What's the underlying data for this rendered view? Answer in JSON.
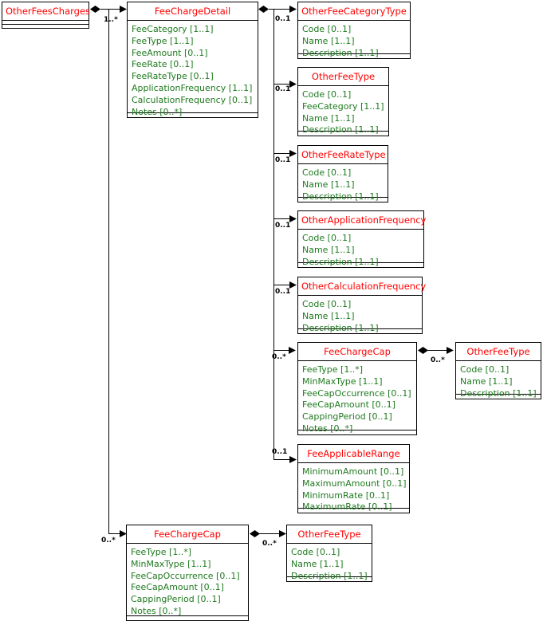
{
  "diagram": {
    "type": "uml-class-diagram",
    "title_color": "#ff0000",
    "attribute_color": "#1f7a1f",
    "line_color": "#000000",
    "background": "#ffffff"
  },
  "classes": {
    "other_fees_charges": {
      "name": "OtherFeesCharges",
      "attributes": []
    },
    "fee_charge_detail": {
      "name": "FeeChargeDetail",
      "attributes": [
        "FeeCategory [1..1]",
        "FeeType [1..1]",
        "FeeAmount [0..1]",
        "FeeRate [0..1]",
        "FeeRateType [0..1]",
        "ApplicationFrequency [1..1]",
        "CalculationFrequency [0..1]",
        "Notes [0..*]"
      ]
    },
    "other_fee_category_type": {
      "name": "OtherFeeCategoryType",
      "attributes": [
        "Code [0..1]",
        "Name [1..1]",
        "Description [1..1]"
      ]
    },
    "other_fee_type_1": {
      "name": "OtherFeeType",
      "attributes": [
        "Code [0..1]",
        "FeeCategory [1..1]",
        "Name [1..1]",
        "Description [1..1]"
      ]
    },
    "other_fee_rate_type": {
      "name": "OtherFeeRateType",
      "attributes": [
        "Code [0..1]",
        "Name [1..1]",
        "Description [1..1]"
      ]
    },
    "other_application_frequency": {
      "name": "OtherApplicationFrequency",
      "attributes": [
        "Code [0..1]",
        "Name [1..1]",
        "Description [1..1]"
      ]
    },
    "other_calculation_frequency": {
      "name": "OtherCalculationFrequency",
      "attributes": [
        "Code [0..1]",
        "Name [1..1]",
        "Description [1..1]"
      ]
    },
    "fee_charge_cap_mid": {
      "name": "FeeChargeCap",
      "attributes": [
        "FeeType [1..*]",
        "MinMaxType [1..1]",
        "FeeCapOccurrence [0..1]",
        "FeeCapAmount [0..1]",
        "CappingPeriod [0..1]",
        "Notes [0..*]"
      ]
    },
    "other_fee_type_2": {
      "name": "OtherFeeType",
      "attributes": [
        "Code [0..1]",
        "Name [1..1]",
        "Description [1..1]"
      ]
    },
    "fee_applicable_range": {
      "name": "FeeApplicableRange",
      "attributes": [
        "MinimumAmount [0..1]",
        "MaximumAmount [0..1]",
        "MinimumRate [0..1]",
        "MaximumRate [0..1]"
      ]
    },
    "fee_charge_cap_bottom": {
      "name": "FeeChargeCap",
      "attributes": [
        "FeeType [1..*]",
        "MinMaxType [1..1]",
        "FeeCapOccurrence [0..1]",
        "FeeCapAmount [0..1]",
        "CappingPeriod [0..1]",
        "Notes [0..*]"
      ]
    },
    "other_fee_type_3": {
      "name": "OtherFeeType",
      "attributes": [
        "Code [0..1]",
        "Name [1..1]",
        "Description [1..1]"
      ]
    }
  },
  "multiplicities": {
    "fees_to_detail": "1..*",
    "detail_to_category_type": "0..1",
    "detail_to_fee_type": "0..1",
    "detail_to_fee_rate_type": "0..1",
    "detail_to_application_frequency": "0..1",
    "detail_to_calculation_frequency": "0..1",
    "detail_to_fee_charge_cap": "0..*",
    "cap_to_fee_type": "0..*",
    "detail_to_fee_applicable_range": "0..1",
    "fees_to_fee_charge_cap": "0..*",
    "bottom_cap_to_fee_type": "0..*"
  }
}
